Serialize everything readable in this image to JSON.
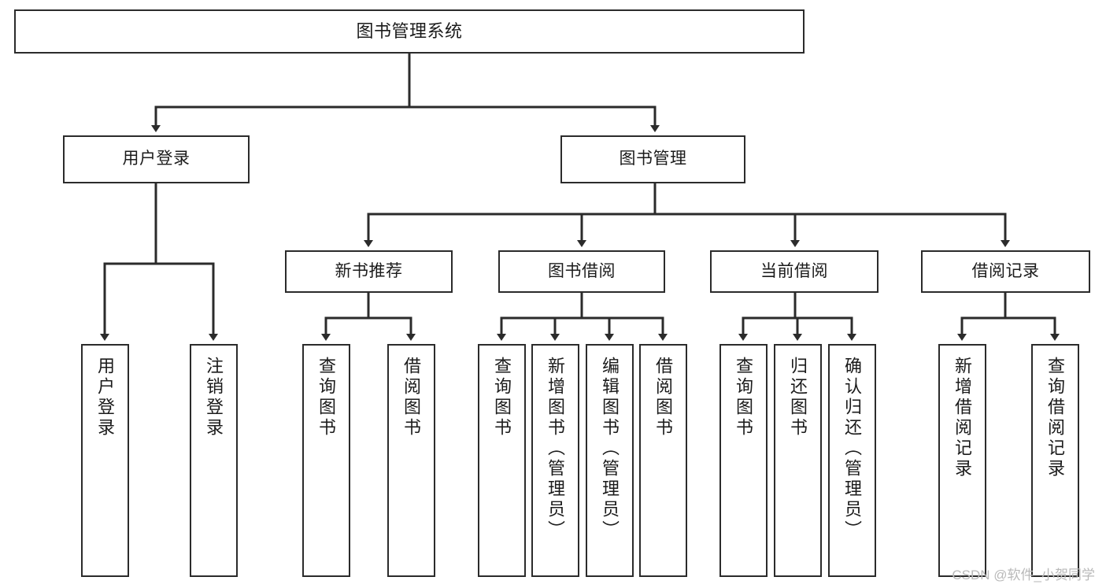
{
  "diagram": {
    "title": "图书管理系统",
    "type": "tree-hierarchy",
    "orientation": "top-down",
    "colors": {
      "box_border": "#2b2b2b",
      "box_fill": "#ffffff",
      "connector": "#2b2b2b",
      "text": "#1b1b1b",
      "watermark": "#b9b9b9"
    }
  },
  "nodes": {
    "root": {
      "label": "图书管理系统",
      "level": 1
    },
    "level2": [
      {
        "id": "user-login",
        "label": "用户登录"
      },
      {
        "id": "book-management",
        "label": "图书管理"
      }
    ],
    "level3": [
      {
        "id": "new-book-recommend",
        "label": "新书推荐",
        "parent": "book-management"
      },
      {
        "id": "book-borrow",
        "label": "图书借阅",
        "parent": "book-management"
      },
      {
        "id": "current-borrow",
        "label": "当前借阅",
        "parent": "book-management"
      },
      {
        "id": "borrow-record",
        "label": "借阅记录",
        "parent": "book-management"
      }
    ],
    "leaves": {
      "user_login": [
        {
          "id": "leaf-user-login",
          "label": "用户登录"
        },
        {
          "id": "leaf-logout-login",
          "label": "注销登录"
        }
      ],
      "new_book_recommend": [
        {
          "id": "leaf-query-book-1",
          "label": "查询图书"
        },
        {
          "id": "leaf-borrow-book-1",
          "label": "借阅图书"
        }
      ],
      "book_borrow": [
        {
          "id": "leaf-query-book-2",
          "label": "查询图书"
        },
        {
          "id": "leaf-add-book",
          "label": "新增图书（管理员）"
        },
        {
          "id": "leaf-edit-book",
          "label": "编辑图书（管理员）"
        },
        {
          "id": "leaf-borrow-book-2",
          "label": "借阅图书"
        }
      ],
      "current_borrow": [
        {
          "id": "leaf-query-book-3",
          "label": "查询图书"
        },
        {
          "id": "leaf-return-book",
          "label": "归还图书"
        },
        {
          "id": "leaf-confirm-return",
          "label": "确认归还（管理员）"
        }
      ],
      "borrow_record": [
        {
          "id": "leaf-add-record",
          "label": "新增借阅记录"
        },
        {
          "id": "leaf-query-record",
          "label": "查询借阅记录"
        }
      ]
    }
  },
  "watermark": {
    "text": "CSDN @软件_小贺同学"
  }
}
